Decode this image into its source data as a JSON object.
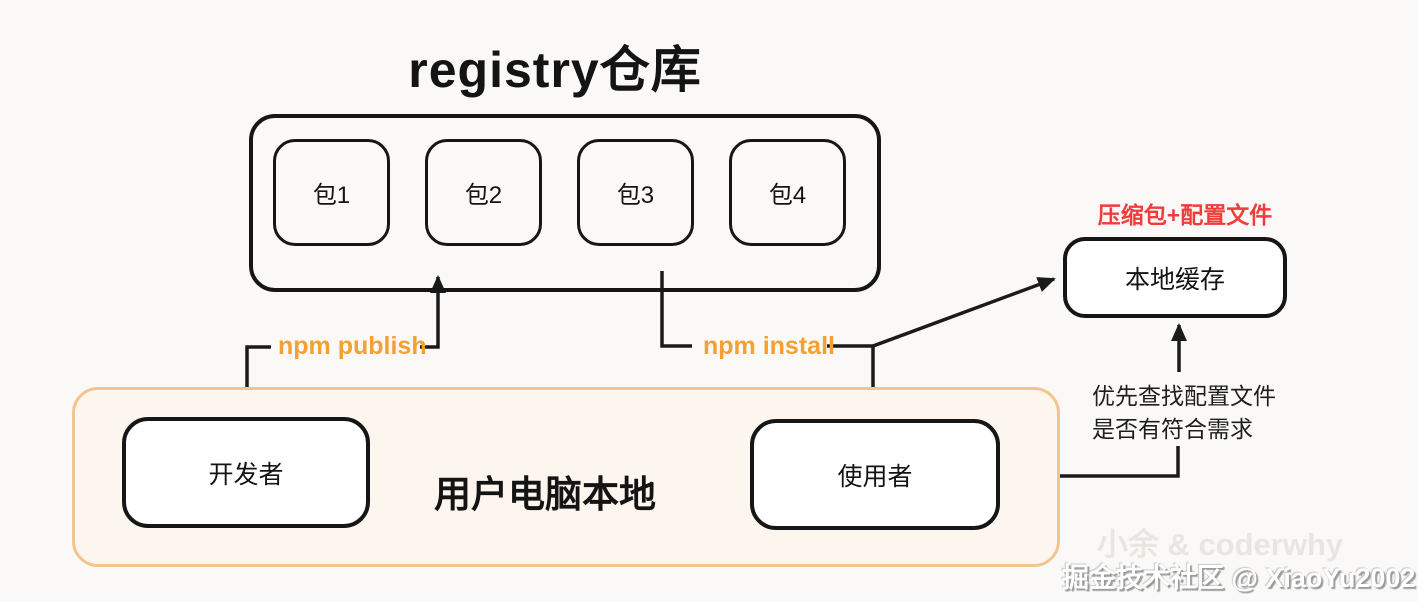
{
  "title": "registry仓库",
  "registry": {
    "packages": [
      "包1",
      "包2",
      "包3",
      "包4"
    ]
  },
  "nodes": {
    "developer": "开发者",
    "user": "使用者",
    "local_cache": "本地缓存",
    "local_computer": "用户电脑本地"
  },
  "labels": {
    "npm_publish": "npm publish",
    "npm_install": "npm install",
    "cache_note": "压缩包+配置文件",
    "lookup_note_line1": "优先查找配置文件",
    "lookup_note_line2": "是否有符合需求"
  },
  "watermarks": {
    "line1": "小余 & coderwhy",
    "line2": "掘金技术社区 @ XiaoYu2002"
  },
  "colors": {
    "bg": "#FAF9F7",
    "accent_orange": "#F5A031",
    "note_red": "#F23C3C",
    "container_border": "#F4C48E",
    "container_fill": "#FDF6EE",
    "line_black": "#1A1A1A"
  }
}
